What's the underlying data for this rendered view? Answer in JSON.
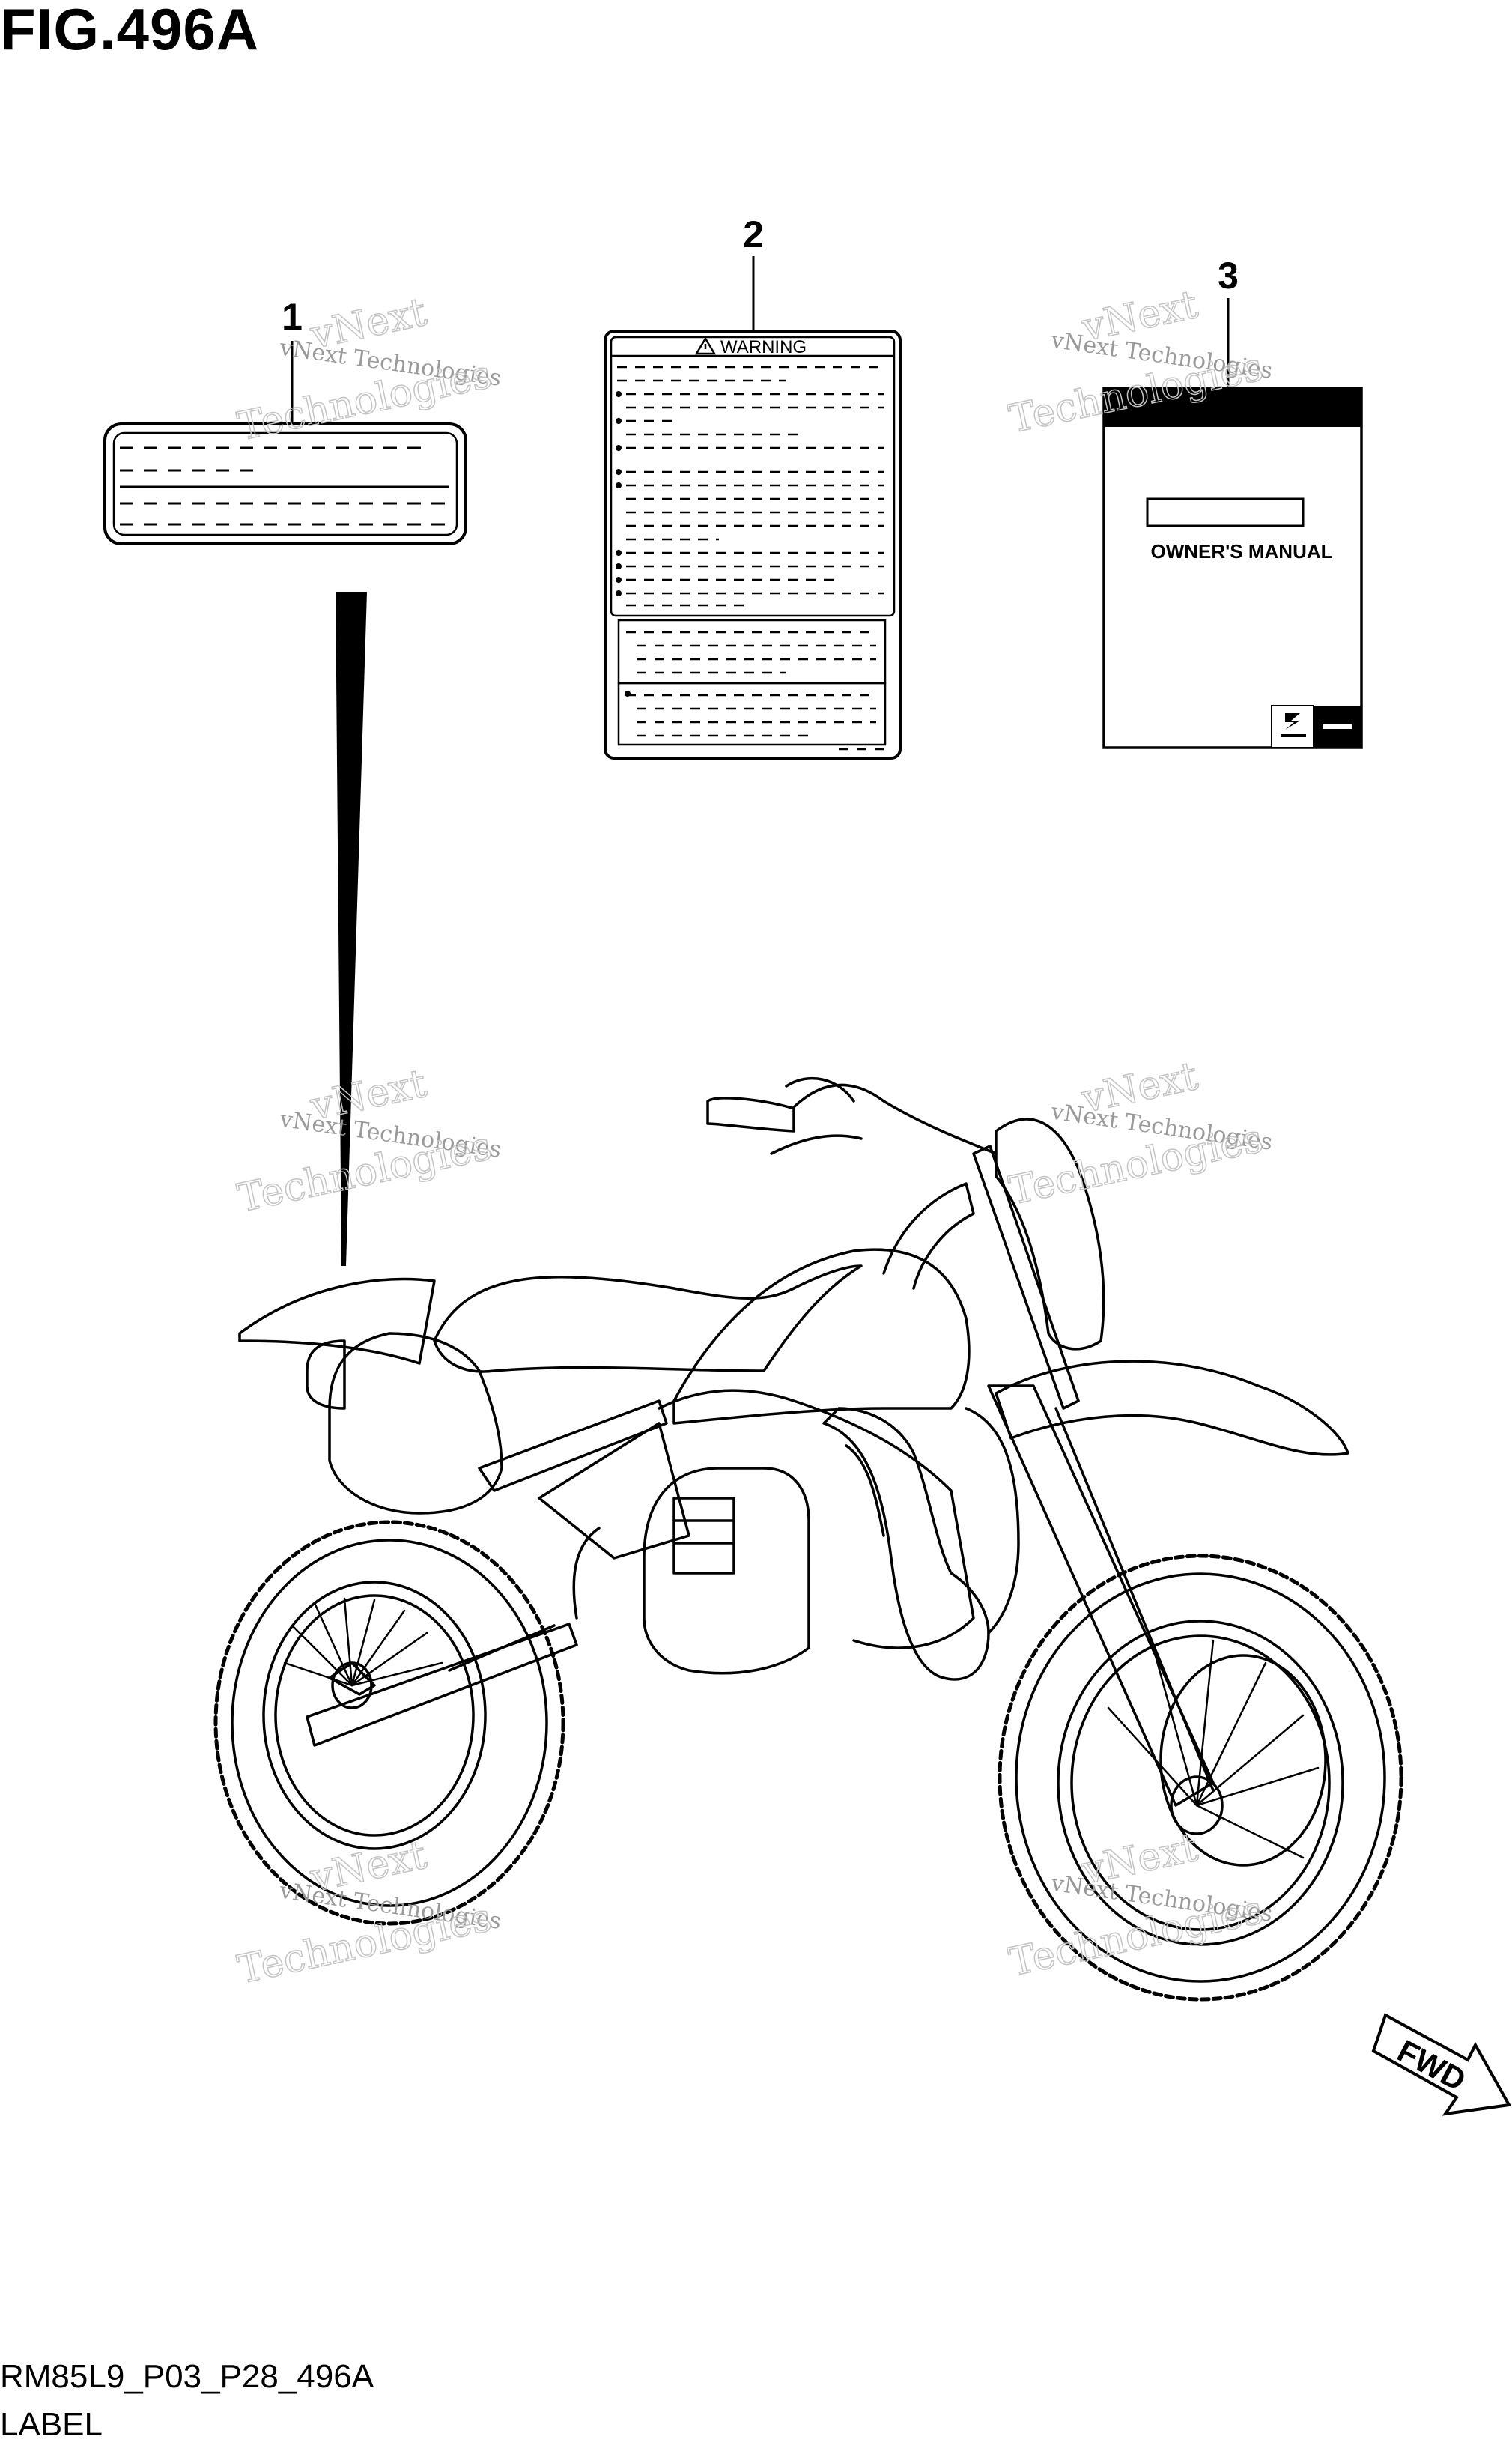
{
  "figure_title": "FIG.496A",
  "footer": {
    "code": "RM85L9_P03_P28_496A",
    "name": "LABEL"
  },
  "callouts": [
    "1",
    "2",
    "3"
  ],
  "label_2": {
    "header": "WARNING"
  },
  "label_3": {
    "title": "OWNER'S MANUAL"
  },
  "direction_marker": "FWD",
  "watermark": {
    "line1": "vNext Technologies",
    "line2": "vNext",
    "line3": "Technologies"
  }
}
